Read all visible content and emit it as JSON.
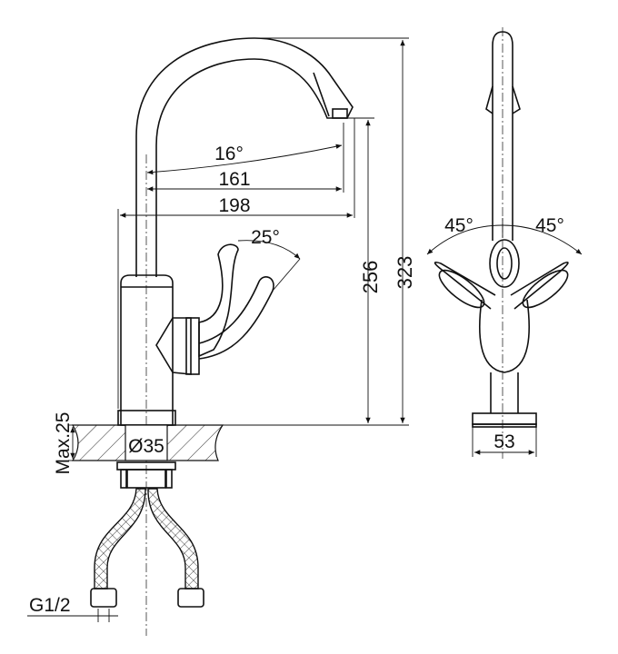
{
  "drawing": {
    "front_view": {
      "spout_angle": "16°",
      "spout_reach_inner": "161",
      "spout_reach_outer": "198",
      "handle_angle": "25°",
      "spout_height": "256",
      "total_height": "323",
      "counter_max": "Max.25",
      "hole_diameter": "Ø35",
      "connection": "G1/2"
    },
    "side_view": {
      "handle_left_angle": "45°",
      "handle_right_angle": "45°",
      "base_width": "53"
    }
  }
}
